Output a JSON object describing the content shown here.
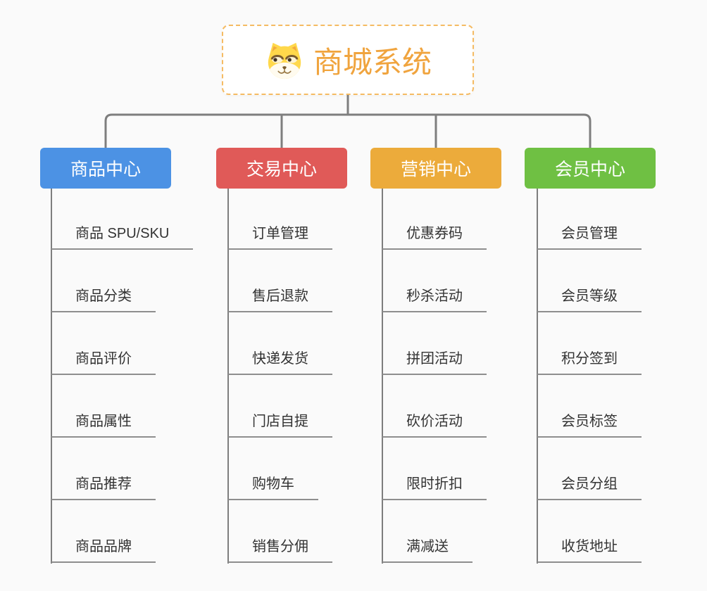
{
  "root": {
    "label": "商城系统",
    "icon": "dog-face-icon",
    "text_color": "#f0a43e",
    "border_color": "#f5bb63",
    "background": "#ffffff"
  },
  "branches": [
    {
      "label": "商品中心",
      "color": "#4c92e4",
      "children": [
        "商品 SPU/SKU",
        "商品分类",
        "商品评价",
        "商品属性",
        "商品推荐",
        "商品品牌"
      ]
    },
    {
      "label": "交易中心",
      "color": "#e05a58",
      "children": [
        "订单管理",
        "售后退款",
        "快递发货",
        "门店自提",
        "购物车",
        "销售分佣"
      ]
    },
    {
      "label": "营销中心",
      "color": "#ecab3b",
      "children": [
        "优惠券码",
        "秒杀活动",
        "拼团活动",
        "砍价活动",
        "限时折扣",
        "满减送"
      ]
    },
    {
      "label": "会员中心",
      "color": "#6fc043",
      "children": [
        "会员管理",
        "会员等级",
        "积分签到",
        "会员标签",
        "会员分组",
        "收货地址"
      ]
    }
  ],
  "style": {
    "page_background": "#fafafa",
    "connector_color": "#7e7e7e",
    "underline_color": "#8e8e8e",
    "leaf_text_color": "#333333",
    "branch_text_color": "#ffffff"
  }
}
